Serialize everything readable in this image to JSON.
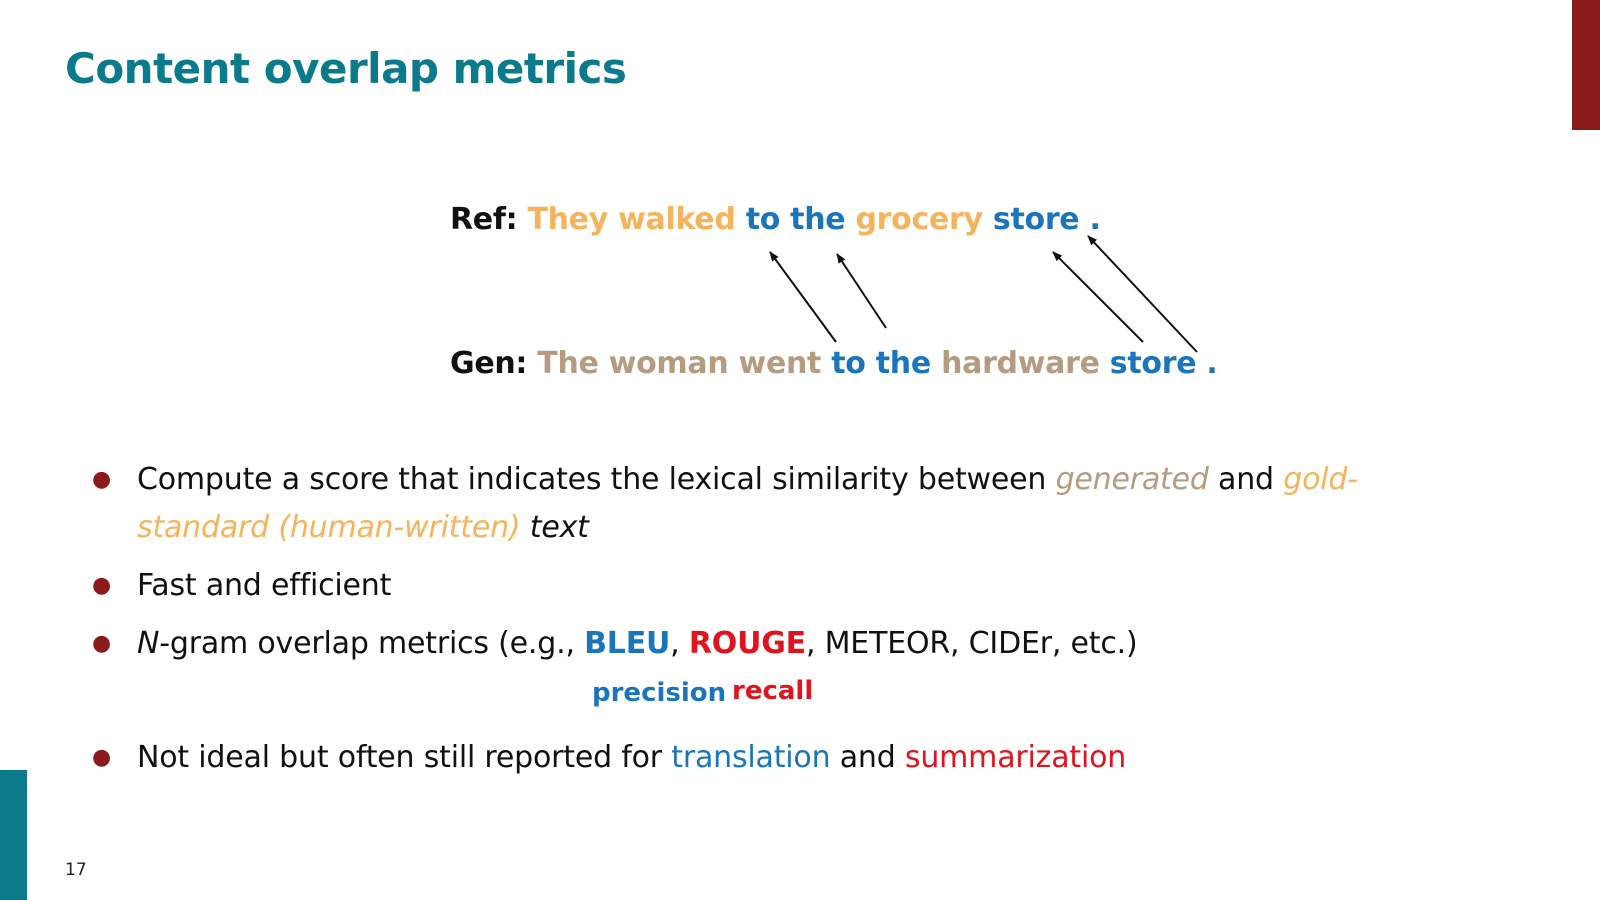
{
  "colors": {
    "teal": "#0b7a8a",
    "dark_red": "#8b1a1a",
    "orange": "#f5b35c",
    "tan": "#b59b80",
    "blue": "#1b75bc",
    "red": "#e0141e",
    "text": "#111111"
  },
  "slide": {
    "title": "Content overlap metrics",
    "page_number": "17"
  },
  "ref": {
    "label": "Ref:",
    "tokens": [
      {
        "text": "They walked",
        "color": "orange"
      },
      {
        "text": "to the",
        "color": "blue"
      },
      {
        "text": "grocery",
        "color": "orange"
      },
      {
        "text": "store .",
        "color": "blue"
      }
    ]
  },
  "gen": {
    "label": "Gen:",
    "tokens": [
      {
        "text": "The woman went",
        "color": "tan"
      },
      {
        "text": "to the",
        "color": "blue"
      },
      {
        "text": "hardware",
        "color": "tan"
      },
      {
        "text": "store .",
        "color": "blue"
      }
    ]
  },
  "bullets": {
    "b1": {
      "part1": "Compute a score that indicates the lexical similarity between ",
      "generated": "generated",
      "and": " and ",
      "gold": "gold-standard (human-written)",
      "text": " text"
    },
    "b2": "Fast and efficient",
    "b3": {
      "n": "N",
      "part1": "-gram overlap metrics (e.g., ",
      "bleu": "BLEU",
      "comma": ", ",
      "rouge": "ROUGE",
      "rest": ", METEOR, CIDEr, etc.)"
    },
    "precision_label": "precision",
    "recall_label": "recall",
    "b4": {
      "part1": "Not ideal but often still reported for ",
      "translation": "translation",
      "and": " and ",
      "summarization": "summarization"
    }
  }
}
